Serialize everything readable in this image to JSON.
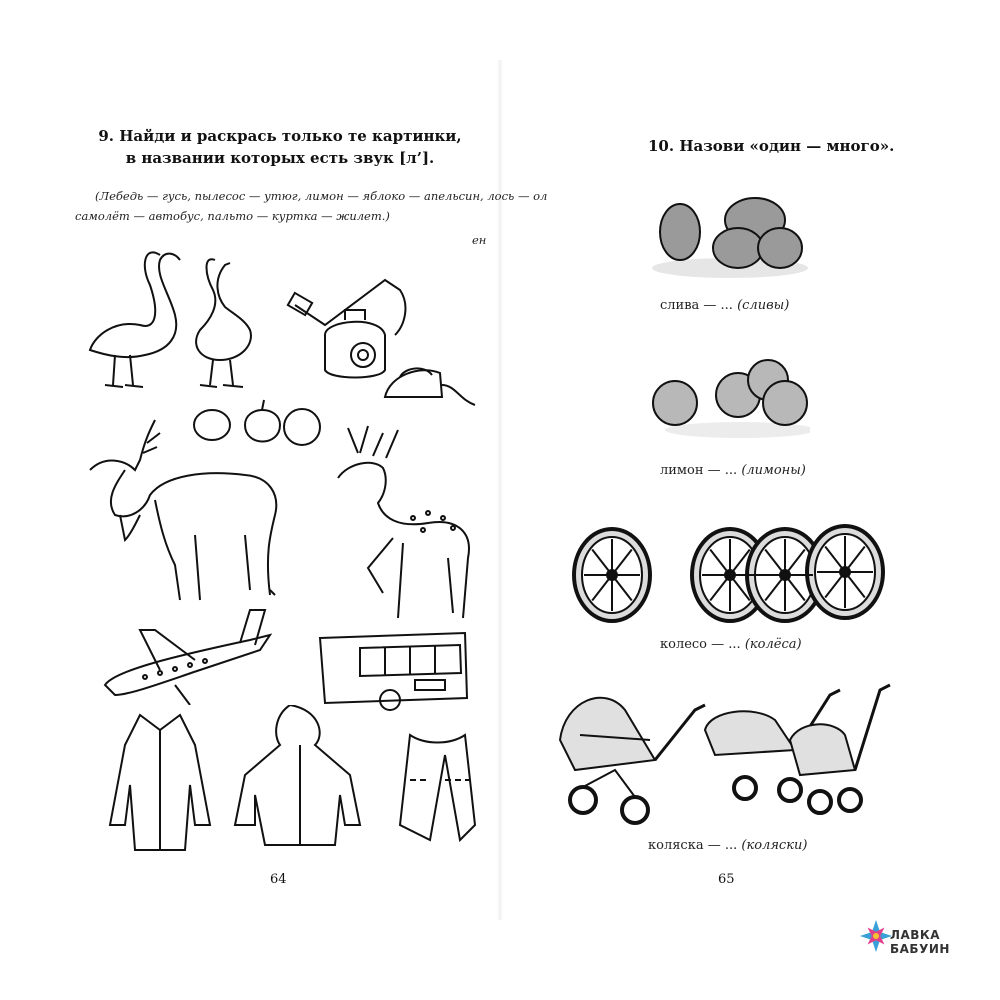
{
  "left_page": {
    "task_title_line1": "9. Найди и раскрась только те картинки,",
    "task_title_line2": "в названии которых есть звук [л’].",
    "instruction_line1": "(Лебедь — гусь, пылесос — утюг, лимон — яблоко — апельсин, лось — ол",
    "instruction_line2": "самолёт — автобус, пальто — куртка — жилет.)",
    "stray_text": "ен",
    "page_number": "64"
  },
  "right_page": {
    "task_title": "10. Назови «один — много».",
    "items": [
      {
        "word": "слива — ...",
        "answer": "(сливы)"
      },
      {
        "word": "лимон — ...",
        "answer": "(лимоны)"
      },
      {
        "word": "колесо — ...",
        "answer": "(колёса)"
      },
      {
        "word": "коляска — ...",
        "answer": "(коляски)"
      }
    ],
    "page_number": "65"
  },
  "watermark": {
    "text": "ЛАВКА БАБУИН"
  },
  "colors": {
    "ink": "#111111",
    "gray_fill": "#9a9a9a",
    "light_gray": "#d9d9d9"
  }
}
